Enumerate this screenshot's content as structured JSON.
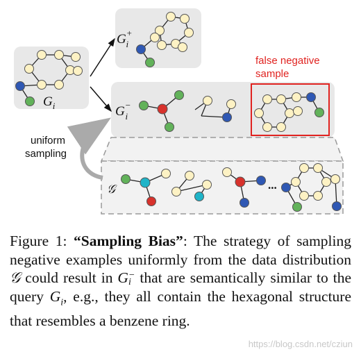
{
  "figure": {
    "query_label": "G",
    "query_sub": "i",
    "pos_label": "G",
    "pos_sub": "i",
    "pos_sup": "+",
    "neg_label": "G",
    "neg_sub": "i",
    "neg_sup": "−",
    "false_negative_label_line1": "false negative",
    "false_negative_label_line2": "sample",
    "uniform_sampling_line1": "uniform",
    "uniform_sampling_line2": "sampling",
    "distribution_label": "𝒢",
    "ellipsis": "...",
    "colors": {
      "node_yellow": "#fdf2c4",
      "node_blue": "#2f58b4",
      "node_green": "#62b25a",
      "node_red": "#d8322c",
      "node_cyan": "#1fb4c8",
      "panel_gray": "#e8e8e8",
      "accent_red": "#e0221f"
    }
  },
  "caption": {
    "figure_num": "Figure 1: ",
    "title": "“Sampling Bias”",
    "text_1": ": The strategy of sampling negative examples uniformly from the data distribution ",
    "dist_symbol": "𝒢",
    "text_2": " could result in ",
    "neg_G": "G",
    "neg_sub": "i",
    "neg_sup": "−",
    "text_3": " that are semantically similar to the query ",
    "q_G": "G",
    "q_sub": "i",
    "text_4": ", e.g., they all contain the hexagonal structure that resembles a benzene ring."
  },
  "watermark": "https://blog.csdn.net/cziun"
}
